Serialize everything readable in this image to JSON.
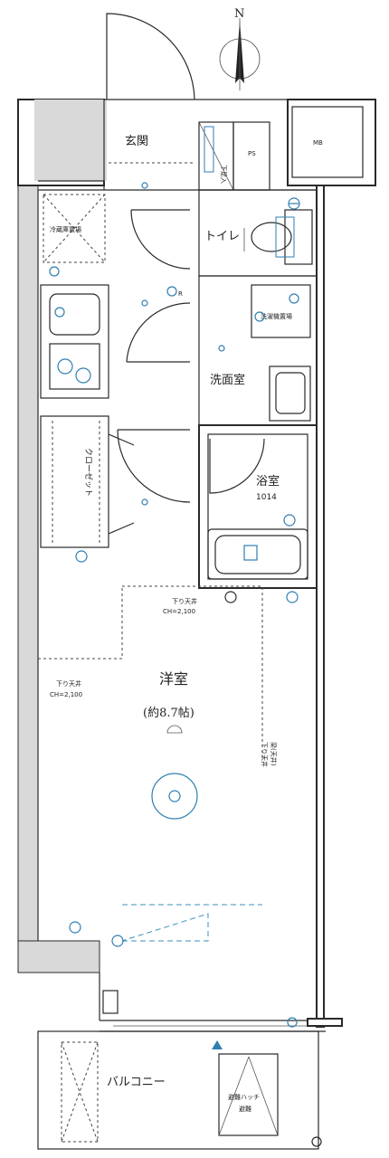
{
  "compass": {
    "north": "N"
  },
  "rooms": {
    "entrance": "玄関",
    "toilet": "トイレ",
    "washroom": "洗面室",
    "bathroom": "浴室",
    "bathroom_size": "1014",
    "western_room": "洋室",
    "western_room_size": "(約8.7帖)",
    "closet": "クローゼット",
    "balcony": "バルコニー"
  },
  "labels": {
    "mb": "MB",
    "ps": "PS",
    "shoe_box": "下足入",
    "fridge": "冷蔵庫置場",
    "washer": "洗濯機置場",
    "ceiling_top": "下り天井",
    "ceiling_top_height": "CH=2,100",
    "ceiling_left": "下り天井",
    "ceiling_left_height": "CH=2,100",
    "ceiling_right": "下り天井",
    "ceiling_right_sub": "梁(天井)",
    "hatch_line1": "避難ハッチ",
    "hatch_line2": "避難",
    "refuge": "R"
  }
}
